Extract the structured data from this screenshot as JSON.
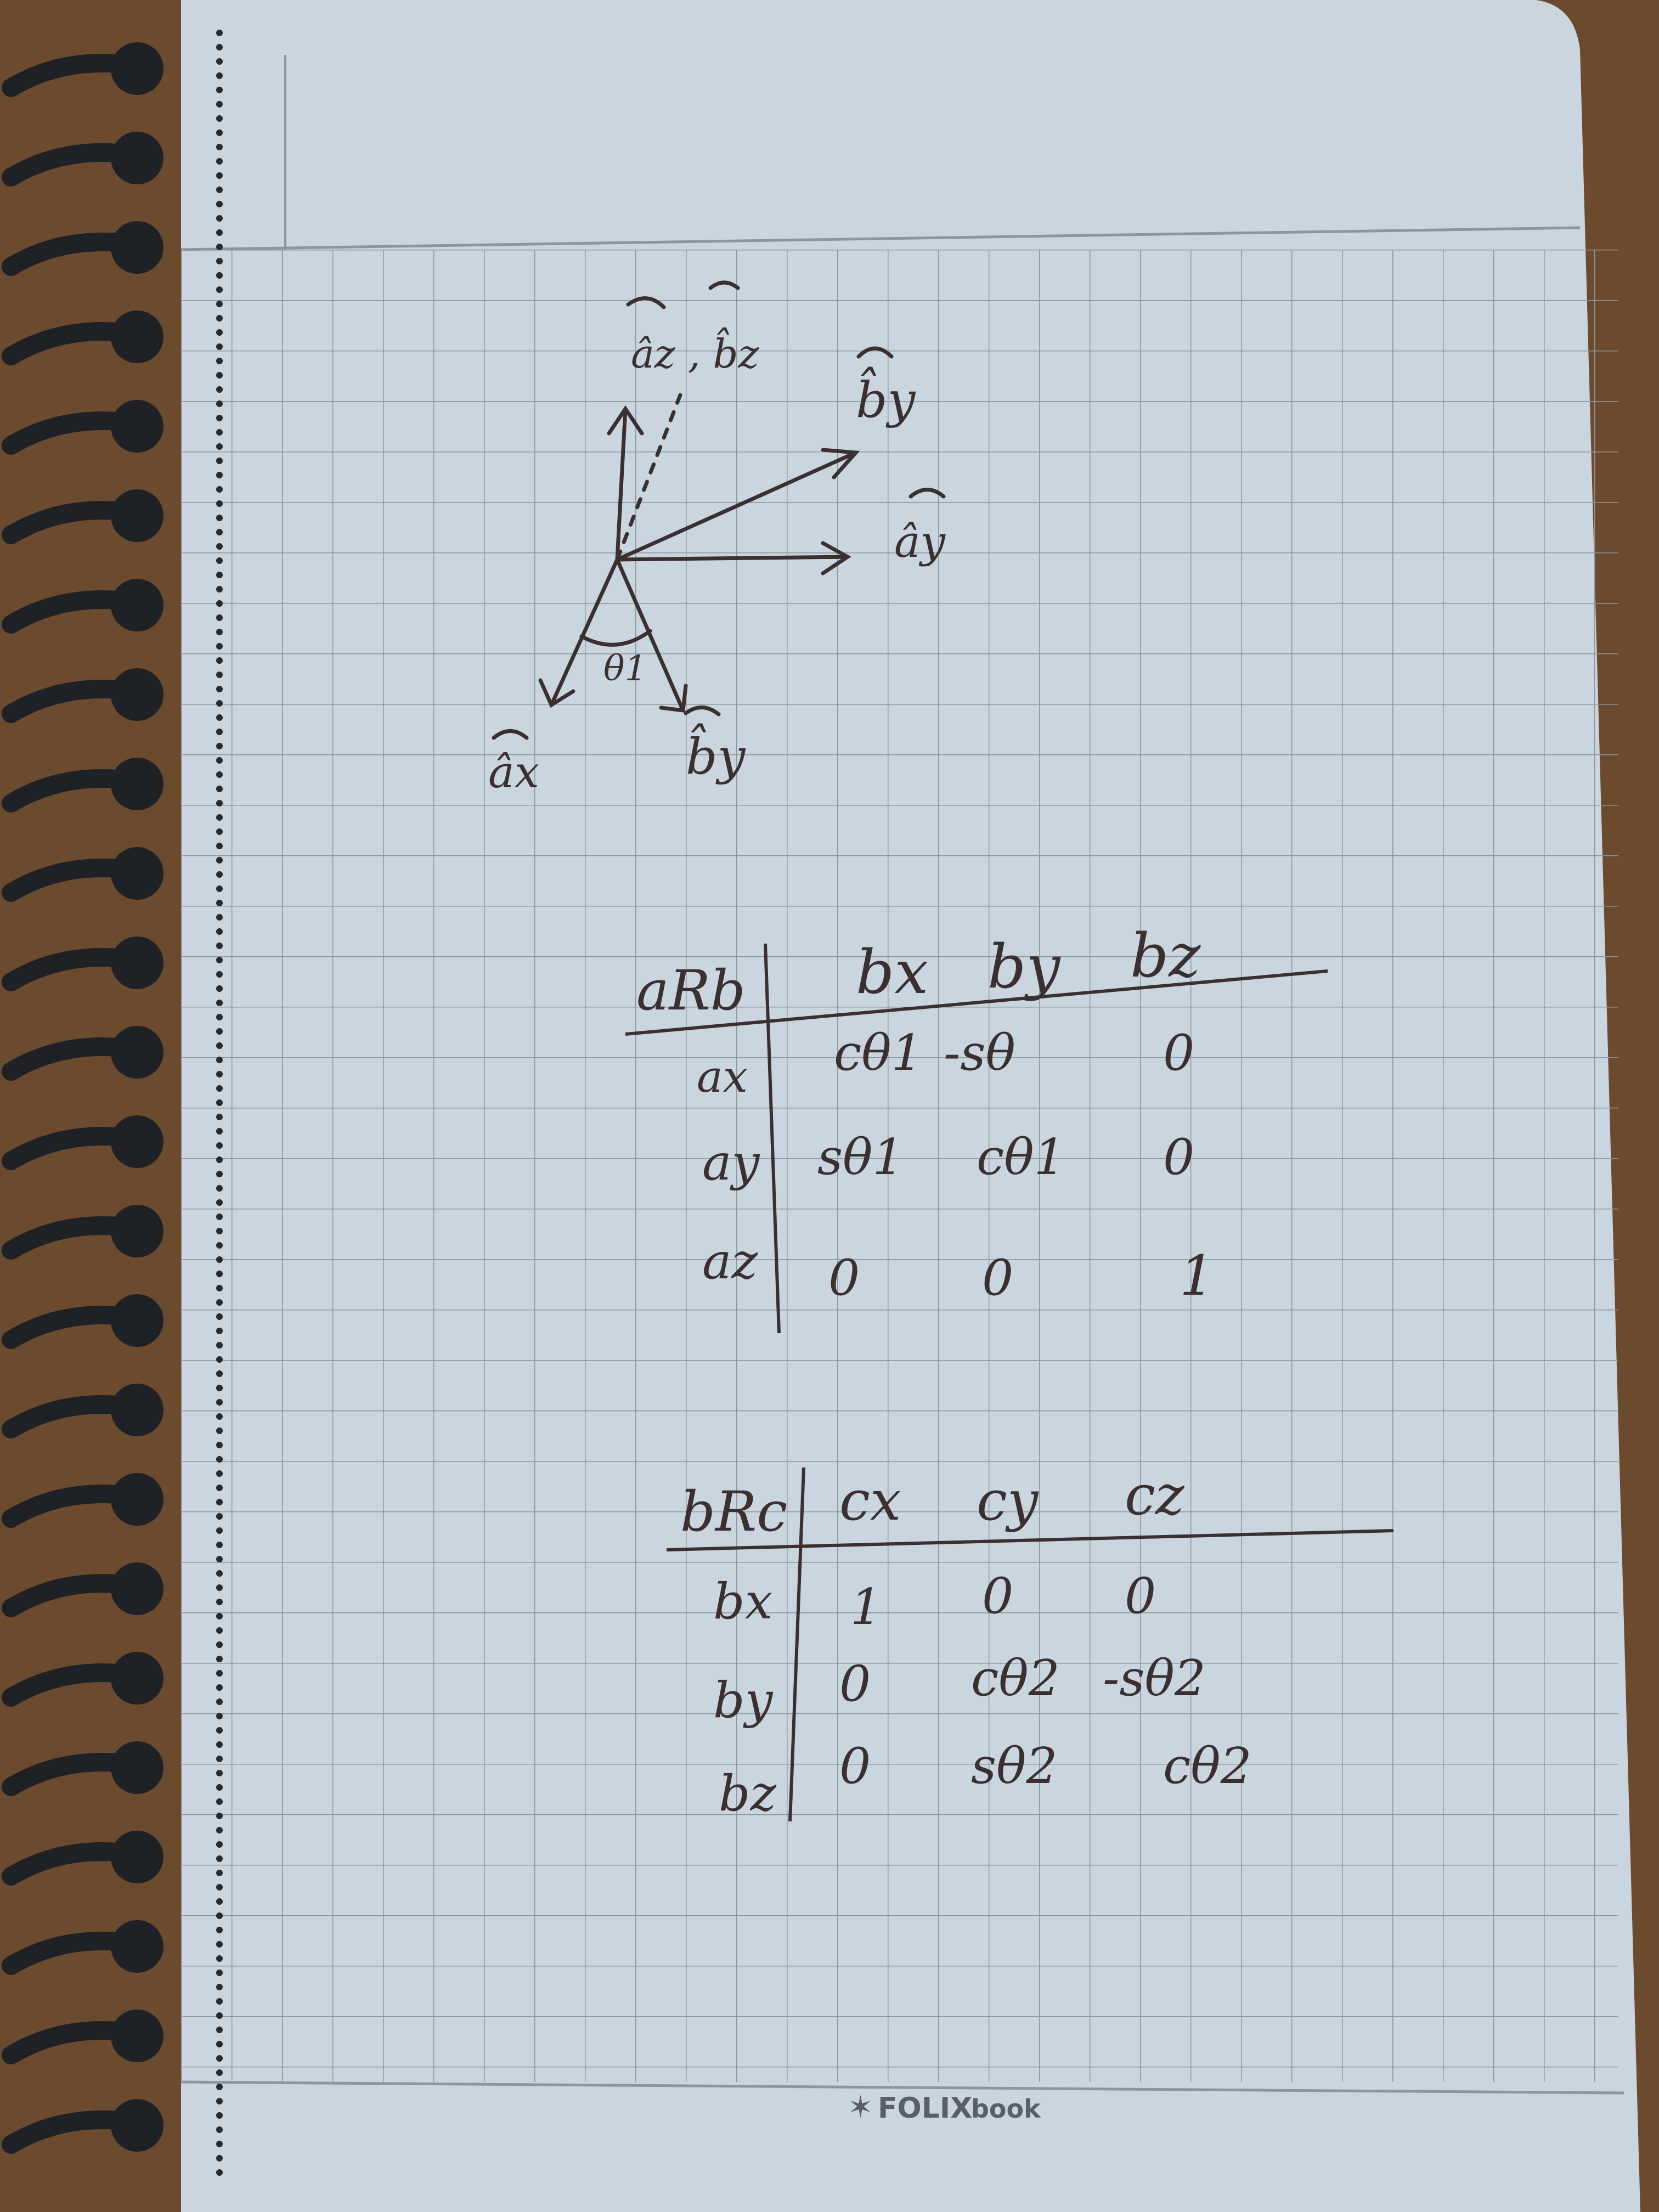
{
  "image": {
    "subject": "spiral notebook page with handwritten rotation matrices",
    "colors": {
      "desk": "#6b4a2e",
      "paper": "#c9d6e0",
      "grid": "#8e959b",
      "ink": "#3b2f2f",
      "spiral": "#1e2126"
    }
  },
  "diagram": {
    "labels": {
      "az_bz": "âz , b̂z",
      "by_top": "b̂y",
      "ay": "ây",
      "theta1": "θ1",
      "ax": "âx",
      "by_bottom": "b̂y"
    }
  },
  "matrix_a": {
    "name": "aRb",
    "columns": [
      "bx",
      "by",
      "bz"
    ],
    "rows": [
      {
        "label": "ax",
        "cells": [
          "cθ1",
          "-sθ",
          "0"
        ]
      },
      {
        "label": "ay",
        "cells": [
          "sθ1",
          "cθ1",
          "0"
        ]
      },
      {
        "label": "az",
        "cells": [
          "0",
          "0",
          "1"
        ]
      }
    ]
  },
  "matrix_b": {
    "name": "bRc",
    "columns": [
      "cx",
      "cy",
      "cz"
    ],
    "rows": [
      {
        "label": "bx",
        "cells": [
          "1",
          "0",
          "0"
        ]
      },
      {
        "label": "by",
        "cells": [
          "0",
          "cθ2",
          "-sθ2"
        ]
      },
      {
        "label": "bz",
        "cells": [
          "0",
          "sθ2",
          "cθ2"
        ]
      }
    ]
  },
  "footer": {
    "brand": "FOLIX",
    "brand_suffix": "book"
  }
}
